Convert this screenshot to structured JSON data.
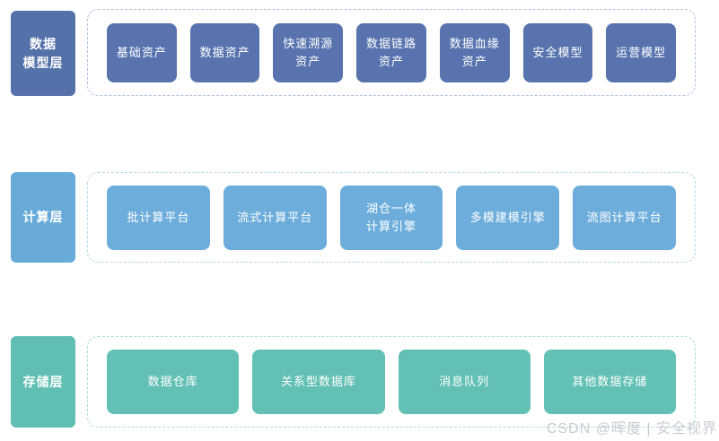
{
  "diagram": {
    "background": "#ffffff",
    "text_color": "#ffffff",
    "layers": [
      {
        "id": "data-model-layer",
        "label": "数据\n模型层",
        "label_color": "#5571aa",
        "box_color": "#5873ae",
        "border_color": "#b3bedd",
        "boxes": [
          "基础资产",
          "数据资产",
          "快速溯源\n资产",
          "数据链路\n资产",
          "数据血缘\n资产",
          "安全模型",
          "运营模型"
        ]
      },
      {
        "id": "compute-layer",
        "label": "计算层",
        "label_color": "#68aad8",
        "box_color": "#6caddb",
        "border_color": "#b5d7ee",
        "boxes": [
          "批计算平台",
          "流式计算平台",
          "湖仓一体\n计算引擎",
          "多模建模引擎",
          "流图计算平台"
        ]
      },
      {
        "id": "storage-layer",
        "label": "存储层",
        "label_color": "#60bfb2",
        "box_color": "#63c0b4",
        "border_color": "#abdcd4",
        "boxes": [
          "数据仓库",
          "关系型数据库",
          "消息队列",
          "其他数据存储"
        ]
      }
    ]
  },
  "watermark": {
    "text": "CSDN @晖度 | 安全视界",
    "color": "#c7ccd2"
  }
}
